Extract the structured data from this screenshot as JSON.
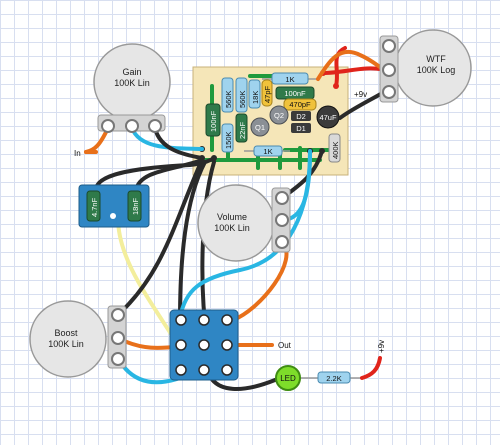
{
  "pots": {
    "gain": {
      "name": "Gain",
      "value": "100K Lin"
    },
    "wtf": {
      "name": "WTF",
      "value": "100K Log"
    },
    "volume": {
      "name": "Volume",
      "value": "100K Lin"
    },
    "boost": {
      "name": "Boost",
      "value": "100K Lin"
    }
  },
  "board": {
    "res_1k_top": "1K",
    "res_560k_a": "560K",
    "res_560k_b": "560K",
    "res_18k": "18K",
    "cap_47pf": "47pF",
    "cap_100nf_green": "100nF",
    "cap_470pf": "470pF",
    "cap_100nf_side": "100nF",
    "res_150k": "150K",
    "cap_22nf": "22nF",
    "q2": "Q2",
    "q1": "Q1",
    "d2": "D2",
    "d1": "D1",
    "cap_47uf": "47uF",
    "res_1k_bottom": "1K",
    "res_400k": "400K"
  },
  "caps_board": {
    "left": "4.7nF",
    "right": "18nF"
  },
  "labels": {
    "in": "In",
    "out": "Out",
    "plus9v_board": "+9v",
    "plus9v_led": "+9v",
    "led": "LED",
    "led_res": "2.2K"
  },
  "colors": {
    "wire_blue": "#29b6e3",
    "wire_orange": "#e8701a",
    "wire_black": "#2a2a2a",
    "wire_red": "#e0241b",
    "wire_yellow": "#f3ee9c",
    "wire_green": "#1f9a3d",
    "board": "#f5e6b8",
    "switch_blue": "#2f86c4",
    "led_green": "#7edc2a"
  }
}
